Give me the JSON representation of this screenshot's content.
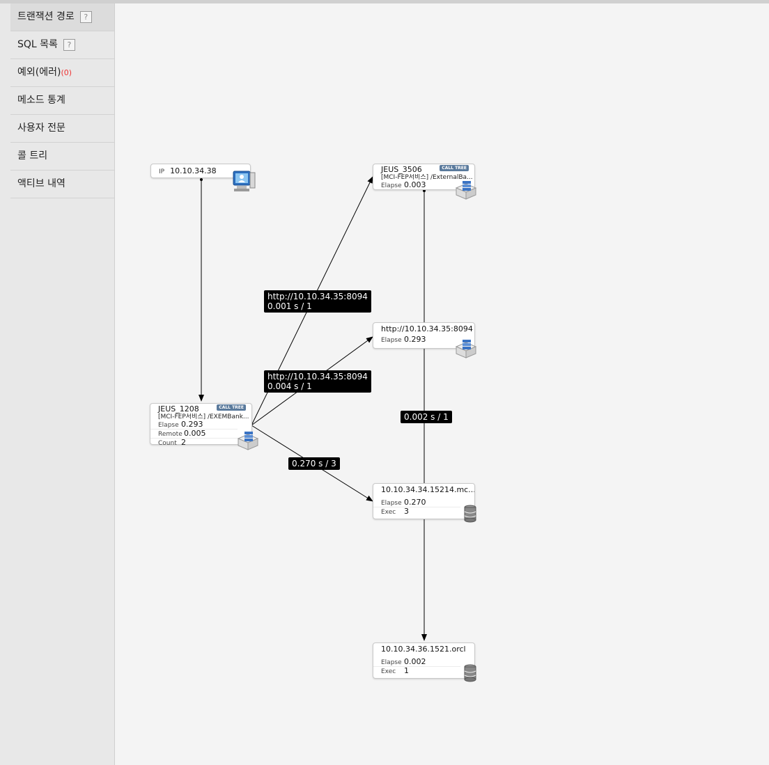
{
  "sidebar": {
    "items": [
      {
        "label": "트랜잭션 경로",
        "help": "?"
      },
      {
        "label": "SQL 목록",
        "help": "?"
      },
      {
        "label": "예외(에러)",
        "count": "(0)"
      },
      {
        "label": "메소드 통계"
      },
      {
        "label": "사용자 전문"
      },
      {
        "label": "콜 트리"
      },
      {
        "label": "액티브 내역"
      }
    ]
  },
  "graph": {
    "ip_node": {
      "key": "IP",
      "value": "10.10.34.38"
    },
    "jeus1208": {
      "title": "JEUS_1208",
      "badge": "CALL TREE",
      "sub": "[MCI-FEP서비스] /EXEMBank...",
      "elapse_k": "Elapse",
      "elapse": "0.293",
      "remote_k": "Remote",
      "remote": "0.005",
      "count_k": "Count",
      "count": "2"
    },
    "jeus3506": {
      "title": "JEUS_3506",
      "badge": "CALL TREE",
      "sub": "[MCI-FEP서비스] /ExternalBa...",
      "elapse_k": "Elapse",
      "elapse": "0.003"
    },
    "http_node": {
      "title": "http://10.10.34.35:8094",
      "elapse_k": "Elapse",
      "elapse": "0.293"
    },
    "db1": {
      "title": "10.10.34.34.15214.mc...",
      "elapse_k": "Elapse",
      "elapse": "0.270",
      "exec_k": "Exec",
      "exec": "3"
    },
    "db2": {
      "title": "10.10.34.36.1521.orcl",
      "elapse_k": "Elapse",
      "elapse": "0.002",
      "exec_k": "Exec",
      "exec": "1"
    },
    "edge_labels": {
      "e1_line1": "http://10.10.34.35:8094",
      "e1_line2": "0.001 s / 1",
      "e2_line1": "http://10.10.34.35:8094",
      "e2_line2": "0.004 s / 1",
      "e3": "0.270 s / 3",
      "e4": "0.002 s / 1"
    }
  }
}
